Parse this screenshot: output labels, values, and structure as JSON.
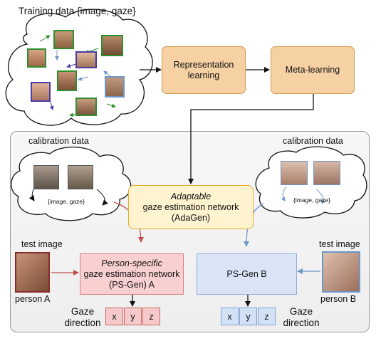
{
  "top": {
    "training_label": "Training data {image, gaze}",
    "representation": [
      "Representation",
      "learning"
    ],
    "meta": "Meta-learning"
  },
  "panel": {
    "calib_left": "calibration data",
    "calib_right": "calibration data",
    "pair_left": "{image, gaze}",
    "pair_right": "{image, gaze}",
    "adagen": [
      "Adaptable",
      "gaze estimation network",
      "(AdaGen)"
    ],
    "test_left": "test image",
    "test_right": "test image",
    "person_a": "person A",
    "person_b": "person B",
    "psgen_a": [
      "Person-specific",
      "gaze estimation network",
      "(PS-Gen) A"
    ],
    "psgen_b": "PS-Gen B",
    "output_cells": [
      "x",
      "y",
      "z"
    ],
    "gaze_left": [
      "Gaze",
      "direction"
    ],
    "gaze_right": [
      "Gaze",
      "direction"
    ]
  },
  "colors": {
    "orange_fill": "#f6d1a4",
    "yellow_fill": "#fff3d0",
    "red_fill": "#f9d0d0",
    "blue_fill": "#d9e5f7",
    "red_arrow": "#c0504d",
    "blue_arrow": "#6e96c9"
  }
}
